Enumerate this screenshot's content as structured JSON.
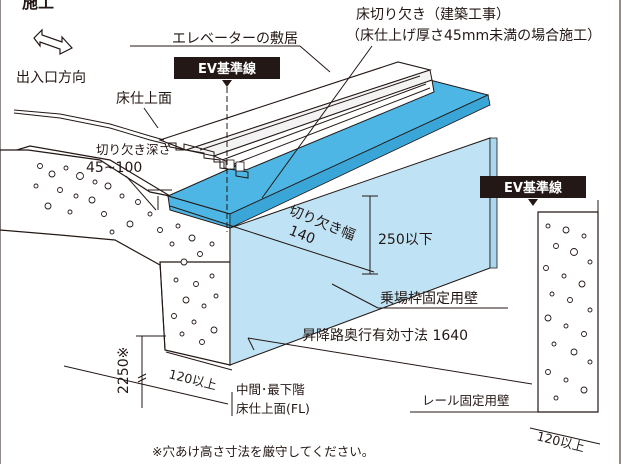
{
  "header_partial": "施工",
  "labels": {
    "direction": "出入口方向",
    "floor_finish": "床仕上面",
    "elevator_sill": "エレベーターの敷居",
    "floor_notch_line1": "床切り欠き（建築工事）",
    "floor_notch_line2": "（床仕上げ厚さ45mm未満の場合施工）",
    "notch_depth_label": "切り欠き深さ",
    "notch_depth_value": "45~100",
    "ev_baseline_left": "EV基準線",
    "ev_baseline_right": "EV基準線",
    "notch_width": "切り欠き幅",
    "notch_width_value": "140",
    "height_250": "250以下",
    "landing_wall": "乗場枠固定用壁",
    "hoistway_depth": "昇降路奥行有効寸法 1640",
    "height_2250": "2250※",
    "width_120_left": "120以上",
    "middle_floor_line1": "中間･最下階",
    "middle_floor_line2": "床仕上面(FL)",
    "rail_wall": "レール固定用壁",
    "width_120_right": "120以上",
    "footnote": "※穴あけ高さ寸法を厳守してください。"
  },
  "icons": {
    "direction_arrow": "double-arrow-icon",
    "ev_marker": "triangle-down-icon"
  },
  "colors": {
    "notch_blue": "#4eb6e4",
    "wall_blue": "#bfe3f4",
    "label_bg": "#231815",
    "ink": "#231815"
  }
}
